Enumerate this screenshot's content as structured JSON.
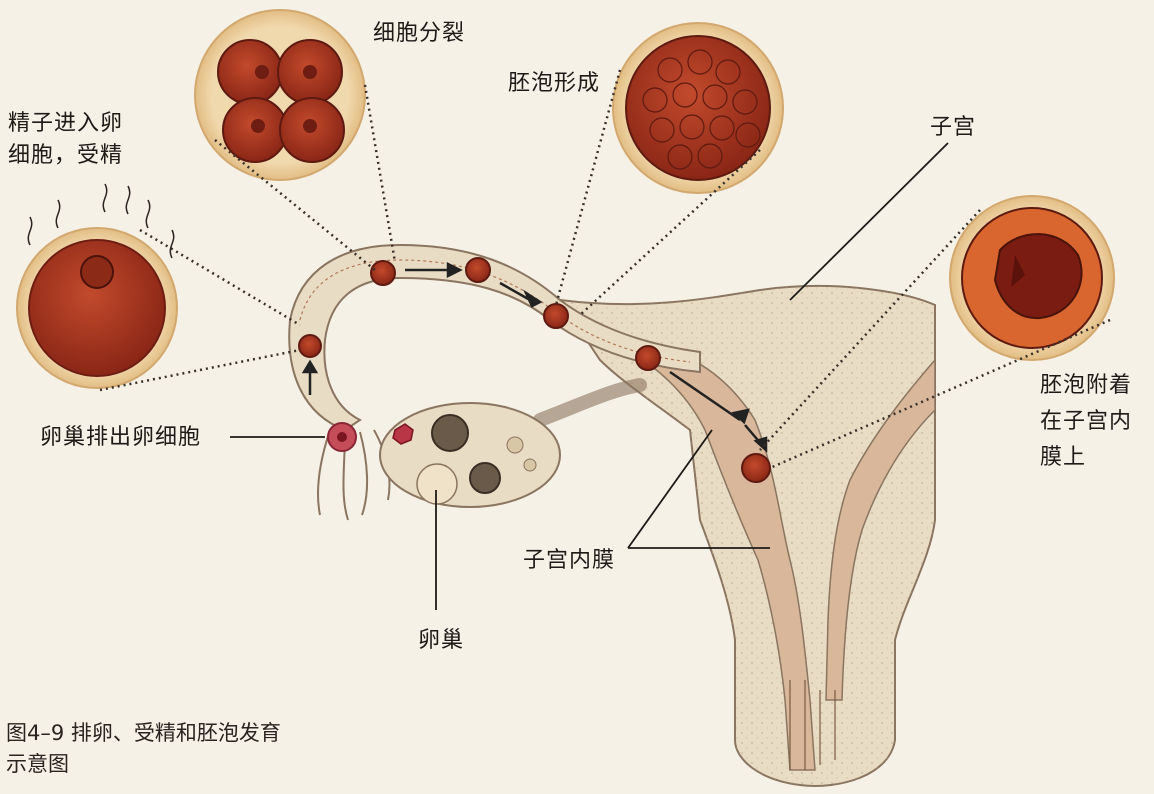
{
  "labels": {
    "sperm_enter": [
      "精子进入卵",
      "细胞，受精"
    ],
    "cell_division": "细胞分裂",
    "blastocyst_form": "胚泡形成",
    "uterus": "子宫",
    "implant": [
      "胚泡附着",
      "在子宫内",
      "膜上"
    ],
    "ovulation": "卵巢排出卵细胞",
    "endometrium": "子宫内膜",
    "ovary": "卵巢"
  },
  "caption": [
    "图4–9  排卵、受精和胚泡发育",
    "示意图"
  ],
  "colors": {
    "background": "#f6f1e7",
    "tissue": "#e9dcc4",
    "tissue_stroke": "#8a7560",
    "cell": "#a8341f",
    "cell_dark": "#6e1d12",
    "halo": "#f1d9ae",
    "endometrium": "#d8b79a"
  }
}
